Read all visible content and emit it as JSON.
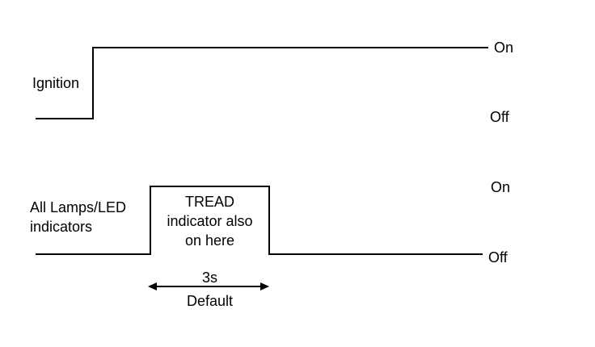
{
  "ignition": {
    "label": "Ignition",
    "on_label": "On",
    "off_label": "Off"
  },
  "lamps": {
    "label_line1": "All Lamps/LED",
    "label_line2": "indicators",
    "on_label": "On",
    "off_label": "Off",
    "pulse_note_line1": "TREAD",
    "pulse_note_line2": "indicator also",
    "pulse_note_line3": "on here"
  },
  "duration": {
    "value_label": "3s",
    "default_label": "Default"
  },
  "colors": {
    "line": "#000000",
    "background": "#ffffff"
  }
}
